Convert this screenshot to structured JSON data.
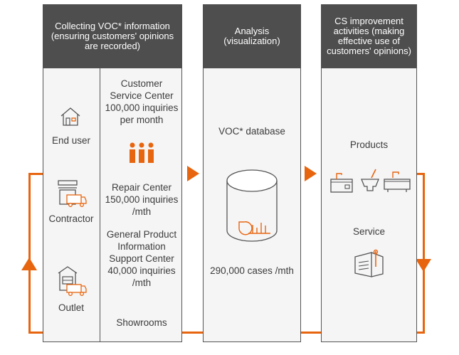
{
  "colors": {
    "accent": "#e8650f",
    "header_bg": "#4e4e4e",
    "panel_bg": "#f5f5f5",
    "text": "#3c3c3c"
  },
  "collect": {
    "header": "Collecting VOC* information (ensuring customers' opinions are recorded)",
    "sources": [
      {
        "label": "End user",
        "icon": "house-icon"
      },
      {
        "label": "Contractor",
        "icon": "shop-truck-icon"
      },
      {
        "label": "Outlet",
        "icon": "warehouse-truck-icon"
      }
    ],
    "channels": {
      "customer_service": "Customer Service Center 100,000 inquiries per month",
      "repair": "Repair Center 150,000 inquiries /mth",
      "general": "General Product Information Support Center 40,000 inquiries /mth",
      "showrooms": "Showrooms"
    }
  },
  "analysis": {
    "header": "Analysis (visualization)",
    "db_label": "VOC* database",
    "cases": "290,000 cases /mth"
  },
  "cs": {
    "header": "CS improvement activities (making effective use of customers' opinions)",
    "products": "Products",
    "service": "Service"
  }
}
